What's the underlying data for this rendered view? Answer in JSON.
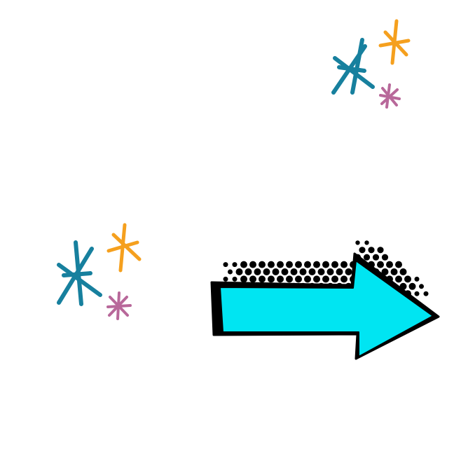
{
  "colors": {
    "background": "#ffffff",
    "arrow_fill": "#00e5f2",
    "arrow_outline": "#000000",
    "halftone": "#000000",
    "sparkle_teal": "#17809e",
    "sparkle_orange": "#f5a01e",
    "sparkle_pink": "#b8689a"
  },
  "icons": {
    "arrow": "right-arrow-icon",
    "halftone": "halftone-dots-shadow",
    "sparkle_groups": [
      "sparkle-cluster-top-right",
      "sparkle-cluster-left"
    ]
  }
}
